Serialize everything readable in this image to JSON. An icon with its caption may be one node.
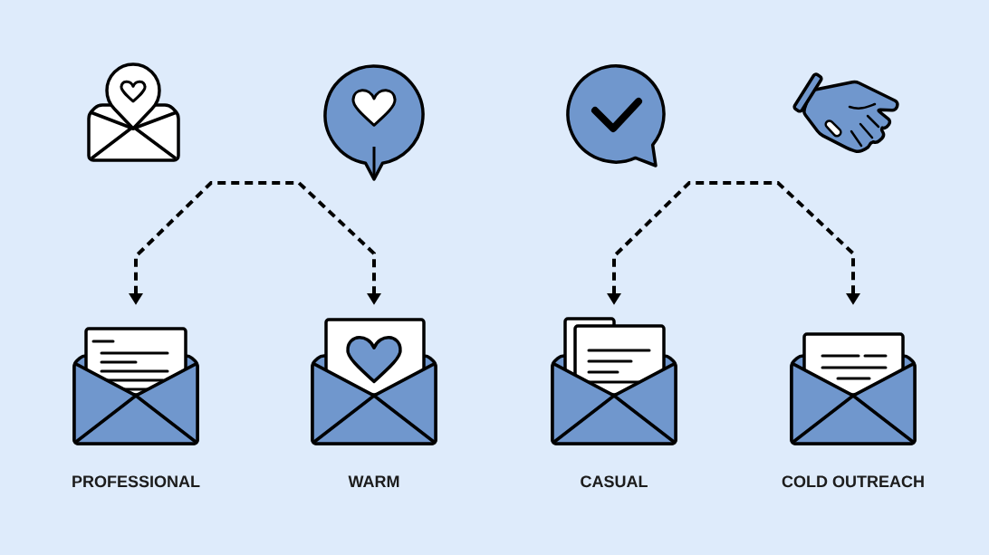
{
  "diagram": {
    "nodes": [
      {
        "text": [
          "PROFESSIONAL"
        ]
      },
      {
        "text": [
          "WARM"
        ]
      },
      {
        "text": [
          "CASUAL"
        ]
      },
      {
        "text": [
          "COLD OUTREACH"
        ]
      }
    ],
    "edges": [
      {
        "from": 0,
        "to": 1,
        "arrow": "both",
        "style": "dashed"
      },
      {
        "from": 2,
        "to": 3,
        "arrow": "both",
        "style": "dashed"
      }
    ]
  }
}
